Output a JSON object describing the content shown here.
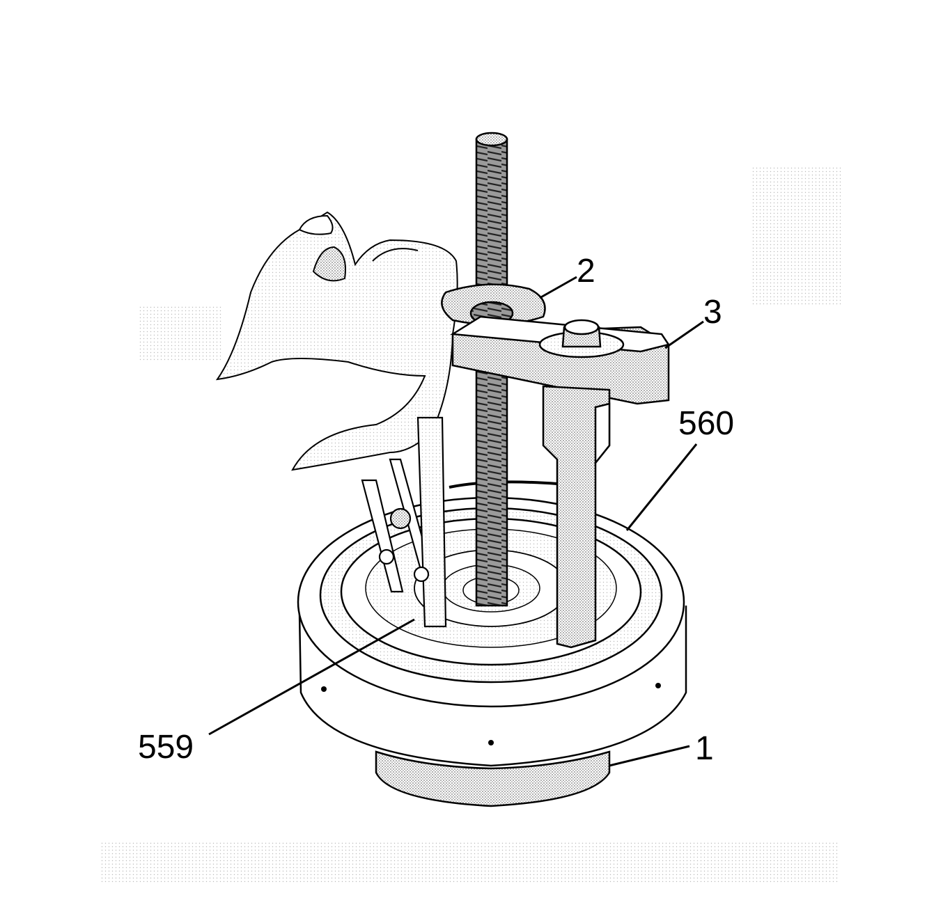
{
  "callouts": {
    "c1": "1",
    "c2": "2",
    "c3": "3",
    "c559": "559",
    "c560": "560"
  },
  "colors": {
    "ink": "#000000",
    "shade": "#b8b8b8",
    "paper": "#ffffff"
  }
}
